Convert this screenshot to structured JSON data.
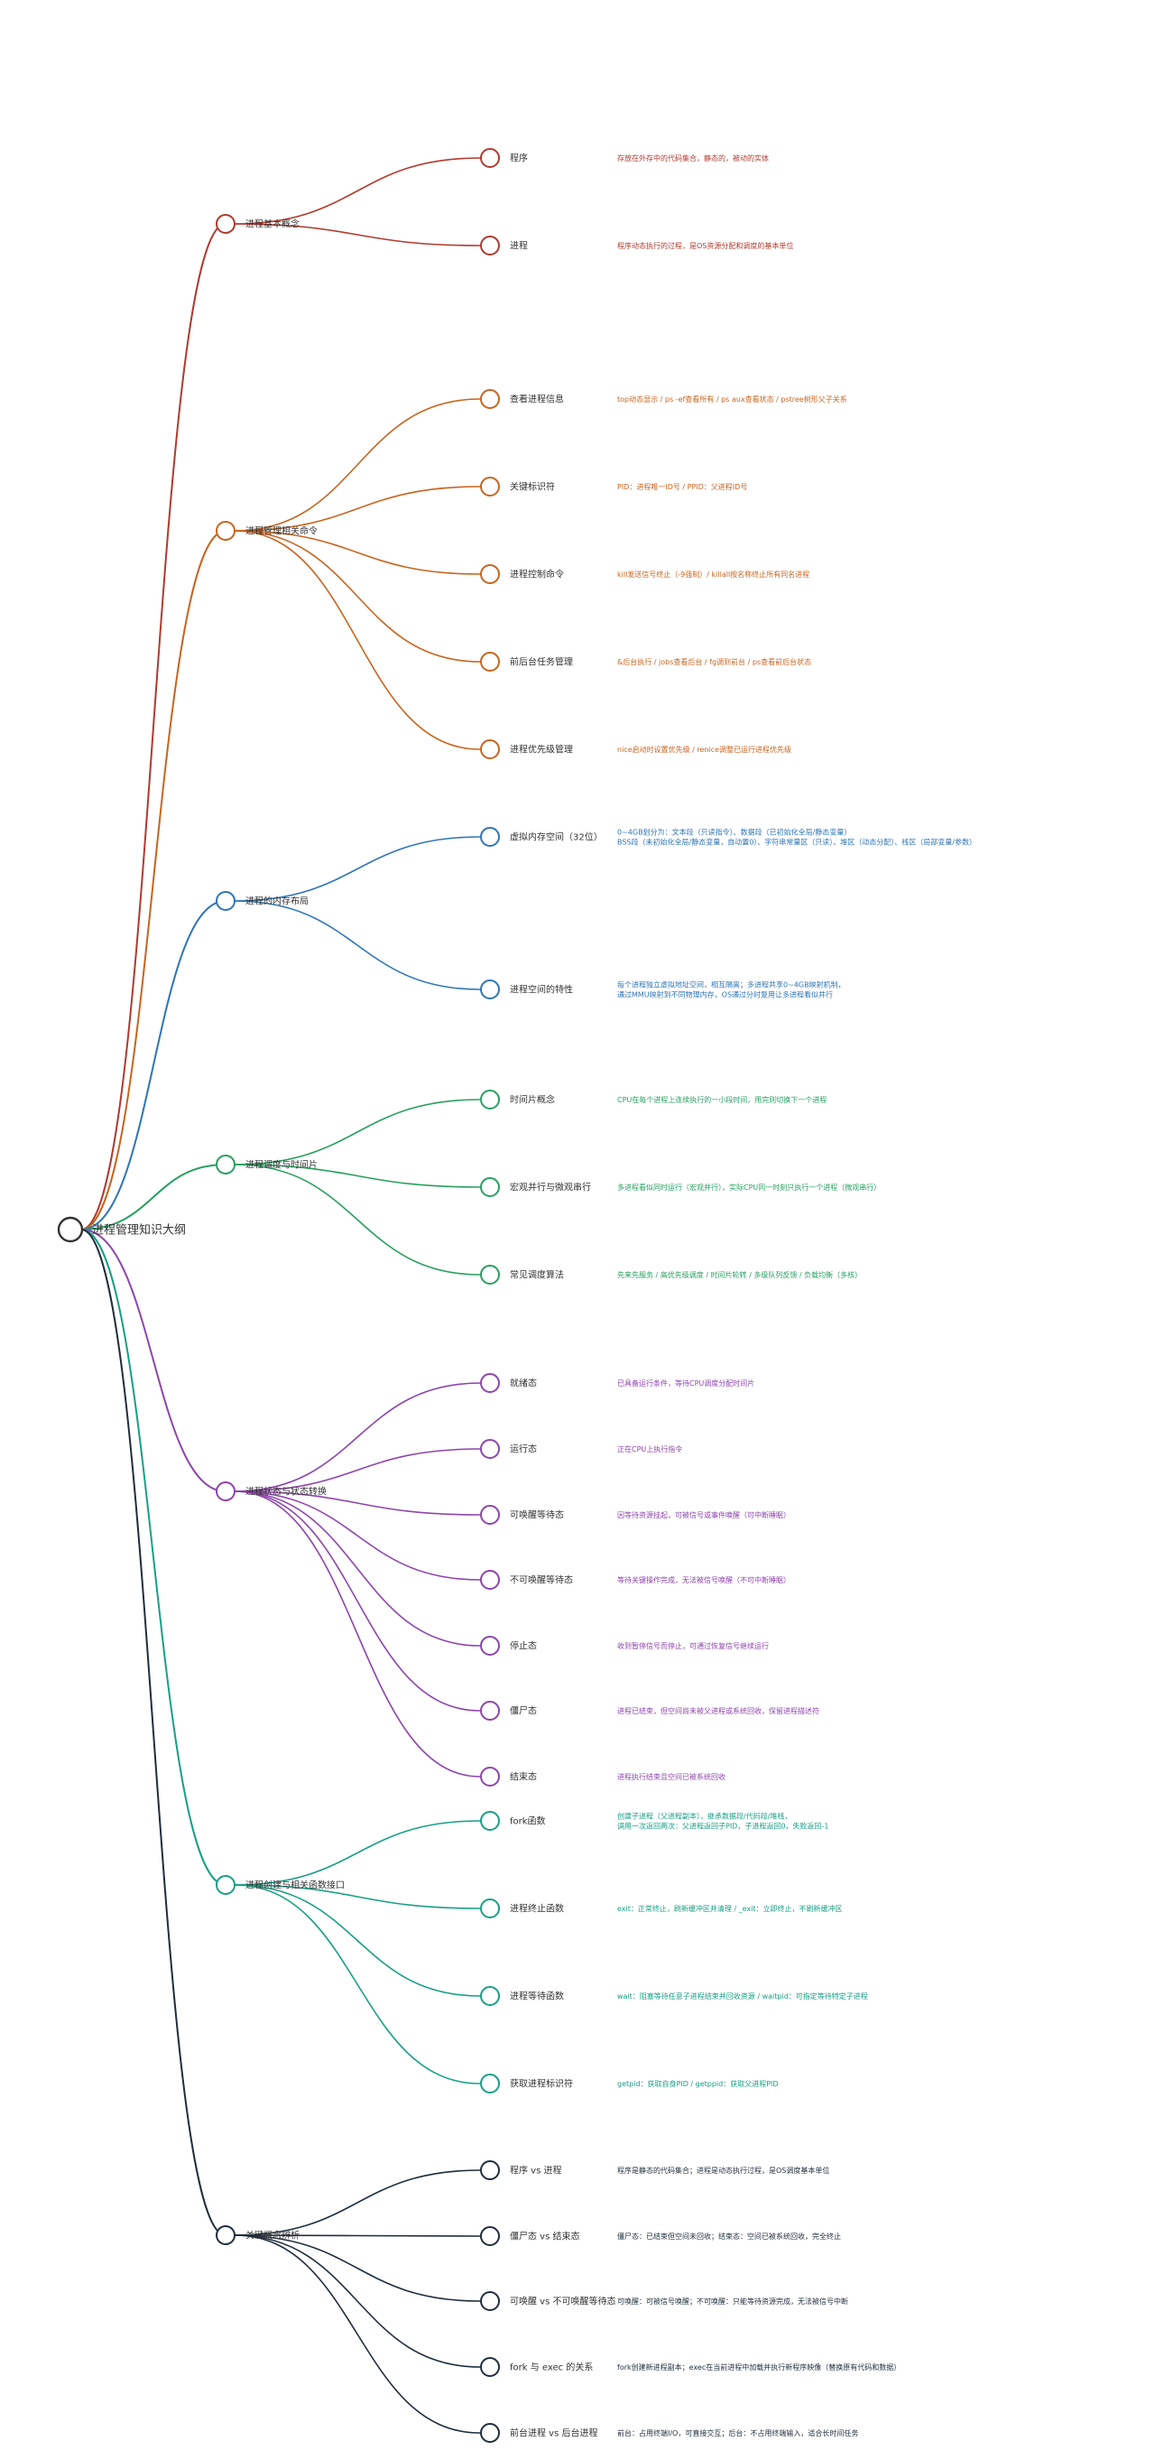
{
  "root": {
    "label": "进程管理知识大纲"
  },
  "branches": [
    {
      "label": "进程基本概念",
      "color": "#b03a2e",
      "children": [
        {
          "label": "程序",
          "desc": [
            "存放在外存中的代码集合，静态的，被动的实体"
          ]
        },
        {
          "label": "进程",
          "desc": [
            "程序动态执行的过程，是OS资源分配和调度的基本单位"
          ]
        }
      ]
    },
    {
      "label": "进程管理相关命令",
      "color": "#c8641e",
      "children": [
        {
          "label": "查看进程信息",
          "desc": [
            "top动态显示 / ps -ef查看所有 / ps aux查看状态 / pstree树形父子关系"
          ]
        },
        {
          "label": "关键标识符",
          "desc": [
            "PID：进程唯一ID号 / PPID：父进程ID号"
          ]
        },
        {
          "label": "进程控制命令",
          "desc": [
            "kill发送信号终止（-9强制）/ killall按名称终止所有同名进程"
          ]
        },
        {
          "label": "前后台任务管理",
          "desc": [
            "&后台执行 / jobs查看后台 / fg调到前台 / ps查看前后台状态"
          ]
        },
        {
          "label": "进程优先级管理",
          "desc": [
            "nice启动时设置优先级 / renice调整已运行进程优先级"
          ]
        }
      ]
    },
    {
      "label": "进程的内存布局",
      "color": "#2e75b6",
      "children": [
        {
          "label": "虚拟内存空间（32位）",
          "desc": [
            "0~4GB划分为：文本段（只读指令）、数据段（已初始化全局/静态变量）",
            "BSS段（未初始化全局/静态变量，自动置0）、字符串常量区（只读）、堆区（动态分配）、栈区（局部变量/参数）"
          ]
        },
        {
          "label": "进程空间的特性",
          "desc": [
            "每个进程独立虚拟地址空间，相互隔离；多进程共享0~4GB映射机制，",
            "通过MMU映射到不同物理内存，OS通过分时复用让多进程看似并行"
          ]
        }
      ]
    },
    {
      "label": "进程调度与时间片",
      "color": "#27a060",
      "children": [
        {
          "label": "时间片概念",
          "desc": [
            "CPU在每个进程上连续执行的一小段时间，用完则切换下一个进程"
          ]
        },
        {
          "label": "宏观并行与微观串行",
          "desc": [
            "多进程看似同时运行（宏观并行），实际CPU同一时刻只执行一个进程（微观串行）"
          ]
        },
        {
          "label": "常见调度算法",
          "desc": [
            "先来先服务 / 高优先级调度 / 时间片轮转 / 多级队列反馈 / 负载均衡（多核）"
          ]
        }
      ]
    },
    {
      "label": "进程状态与状态转换",
      "color": "#8e44ad",
      "children": [
        {
          "label": "就绪态",
          "desc": [
            "已具备运行条件，等待CPU调度分配时间片"
          ]
        },
        {
          "label": "运行态",
          "desc": [
            "正在CPU上执行指令"
          ]
        },
        {
          "label": "可唤醒等待态",
          "desc": [
            "因等待资源挂起，可被信号或事件唤醒（可中断睡眠）"
          ]
        },
        {
          "label": "不可唤醒等待态",
          "desc": [
            "等待关键操作完成，无法被信号唤醒（不可中断睡眠）"
          ]
        },
        {
          "label": "停止态",
          "desc": [
            "收到暂停信号而停止，可通过恢复信号继续运行"
          ]
        },
        {
          "label": "僵尸态",
          "desc": [
            "进程已结束，但空间尚未被父进程或系统回收，保留进程描述符"
          ]
        },
        {
          "label": "结束态",
          "desc": [
            "进程执行结束且空间已被系统回收"
          ]
        }
      ]
    },
    {
      "label": "进程创建与相关函数接口",
      "color": "#16a085",
      "children": [
        {
          "label": "fork函数",
          "desc": [
            "创建子进程（父进程副本），继承数据段/代码段/堆栈，",
            "调用一次返回两次：父进程返回子PID，子进程返回0，失败返回-1"
          ]
        },
        {
          "label": "进程终止函数",
          "desc": [
            "exit：正常终止，刷新缓冲区并清理 / _exit：立即终止，不刷新缓冲区"
          ]
        },
        {
          "label": "进程等待函数",
          "desc": [
            "wait：阻塞等待任意子进程结束并回收资源 / waitpid：可指定等待特定子进程"
          ]
        },
        {
          "label": "获取进程标识符",
          "desc": [
            "getpid：获取自身PID / getppid：获取父进程PID"
          ]
        }
      ]
    },
    {
      "label": "关键概念辨析",
      "color": "#1f2d3d",
      "children": [
        {
          "label": "程序 vs 进程",
          "desc": [
            "程序是静态的代码集合；进程是动态执行过程，是OS调度基本单位"
          ]
        },
        {
          "label": "僵尸态 vs 结束态",
          "desc": [
            "僵尸态：已结束但空间未回收；结束态：空间已被系统回收，完全终止"
          ]
        },
        {
          "label": "可唤醒 vs 不可唤醒等待态",
          "desc": [
            "可唤醒：可被信号唤醒；不可唤醒：只能等待资源完成，无法被信号中断"
          ]
        },
        {
          "label": "fork 与 exec 的关系",
          "desc": [
            "fork创建新进程副本；exec在当前进程中加载并执行新程序映像（替换原有代码和数据）"
          ]
        },
        {
          "label": "前台进程 vs 后台进程",
          "desc": [
            "前台：占用终端I/O，可直接交互；后台：不占用终端输入，适合长时间任务"
          ]
        }
      ]
    }
  ]
}
